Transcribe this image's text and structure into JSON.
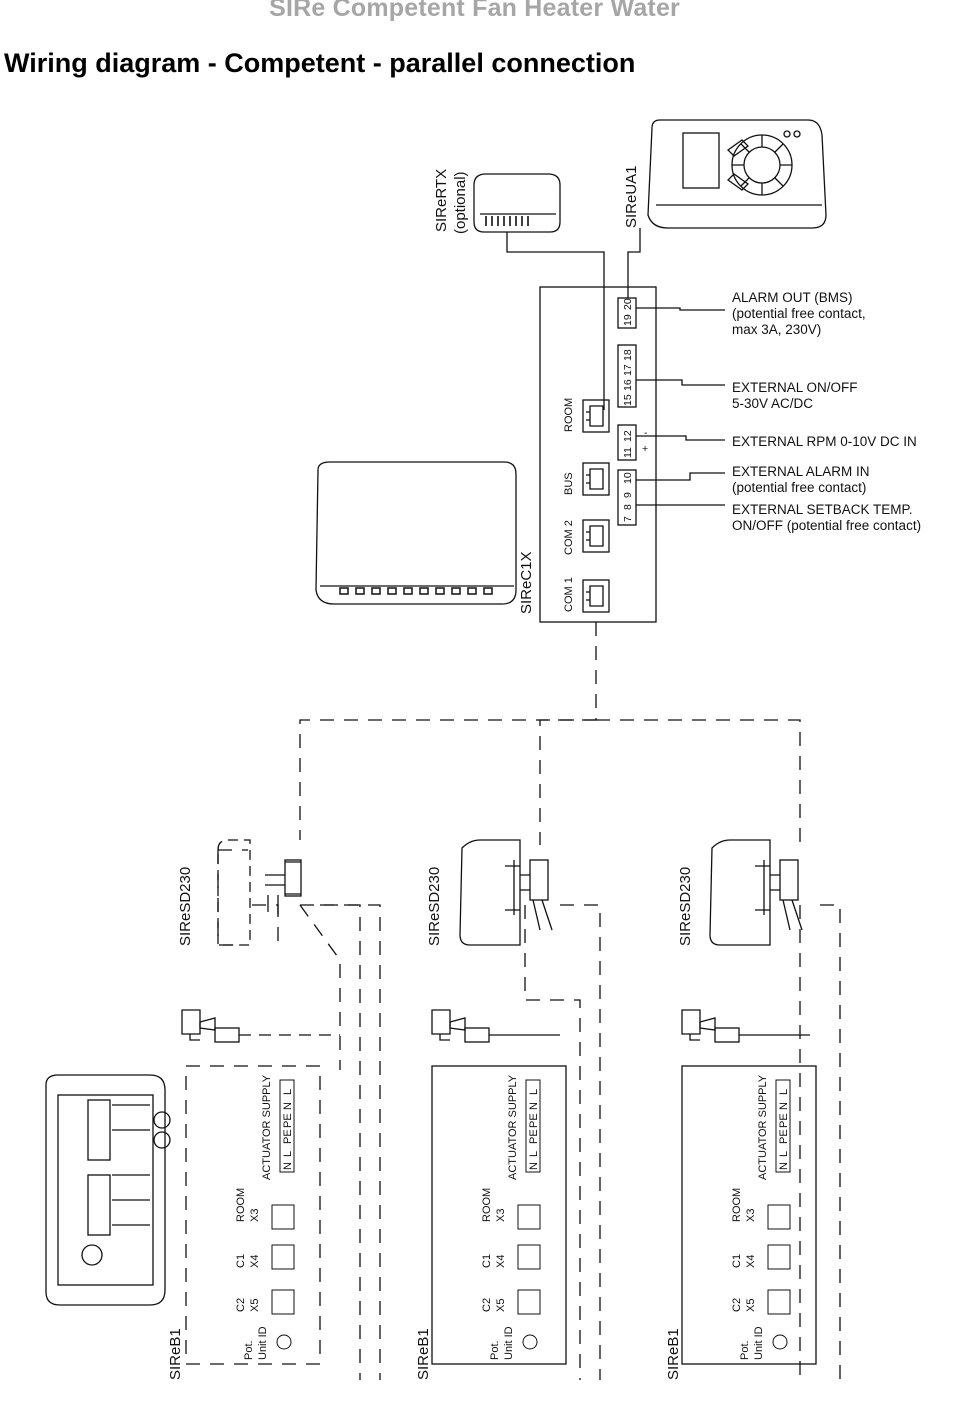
{
  "header": {
    "series": "SIRe Competent Fan Heater Water",
    "title": "Wiring diagram - Competent - parallel connection"
  },
  "devices": {
    "rtx_label": "SIReRTX",
    "rtx_optional": "(optional)",
    "ua1_label": "SIReUA1",
    "c1x_label": "SIReC1X",
    "sd230_label": "SIReSD230",
    "b1_label": "SIReB1"
  },
  "c1x_ports": [
    "COM 1",
    "COM 2",
    "BUS",
    "ROOM"
  ],
  "terminals": [
    "7",
    "8",
    "9",
    "10",
    "11",
    "12",
    "15",
    "16",
    "17",
    "18",
    "19",
    "20"
  ],
  "polarity": {
    "plus": "+",
    "minus": "-"
  },
  "io_notes": {
    "alarm_out": [
      "ALARM OUT (BMS)",
      "(potential free contact,",
      "max 3A, 230V)"
    ],
    "ext_onoff": [
      "EXTERNAL ON/OFF",
      "5-30V AC/DC"
    ],
    "ext_rpm": [
      "EXTERNAL RPM 0-10V DC IN"
    ],
    "ext_alarm": [
      "EXTERNAL ALARM IN",
      "(potential free contact)"
    ],
    "ext_setback": [
      "EXTERNAL SETBACK TEMP.",
      "ON/OFF (potential free contact)"
    ]
  },
  "b1": {
    "actuator_supply": "ACTUATOR SUPPLY",
    "terminal_letters": [
      "N",
      "L",
      "PE",
      "PE",
      "N",
      "L"
    ],
    "room": "ROOM",
    "x3": "X3",
    "c1": "C1",
    "x4": "X4",
    "c2": "C2",
    "x5": "X5",
    "pot": "Pot.",
    "unit_id": "Unit ID"
  }
}
